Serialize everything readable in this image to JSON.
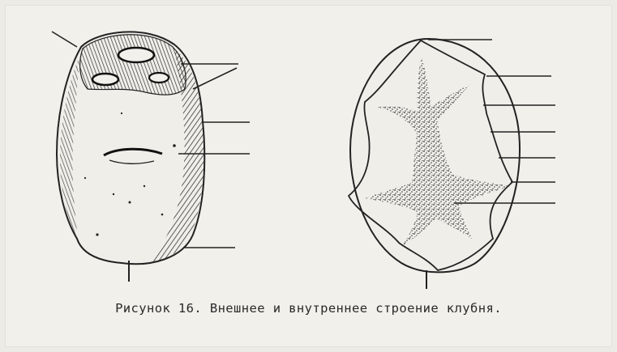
{
  "figure": {
    "caption": "Рисунок 16. Внешнее и внутреннее строение клубня.",
    "left_drawing": "external-tuber",
    "right_drawing": "internal-tuber-section"
  },
  "colors": {
    "paper": "#f1f0eb",
    "ink": "#2a2a2a",
    "stipple": "#333333"
  }
}
